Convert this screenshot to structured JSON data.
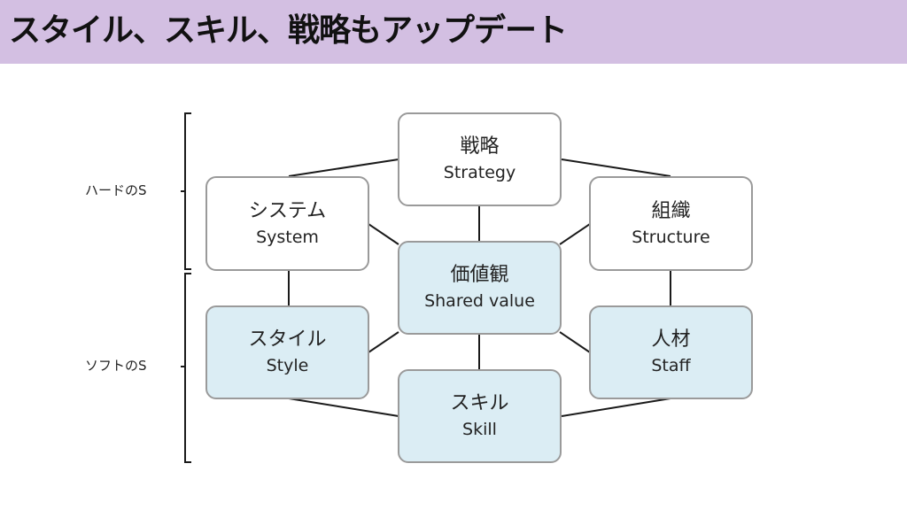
{
  "slide": {
    "title": "スタイル、スキル、戦略もアップデート"
  },
  "diagram": {
    "groups": {
      "hard": "ハードのS",
      "soft": "ソフトのS"
    },
    "nodes": {
      "strategy": {
        "jp": "戦略",
        "en": "Strategy"
      },
      "system": {
        "jp": "システム",
        "en": "System"
      },
      "structure": {
        "jp": "組織",
        "en": "Structure"
      },
      "shared_value": {
        "jp": "価値観",
        "en": "Shared value"
      },
      "style": {
        "jp": "スタイル",
        "en": "Style"
      },
      "staff": {
        "jp": "人材",
        "en": "Staff"
      },
      "skill": {
        "jp": "スキル",
        "en": "Skill"
      }
    },
    "colors": {
      "title_bar": "#d3bfe2",
      "soft_fill": "#dbedf4",
      "hard_fill": "#ffffff",
      "border": "#9a9a9a",
      "line": "#1a1a1a"
    }
  }
}
